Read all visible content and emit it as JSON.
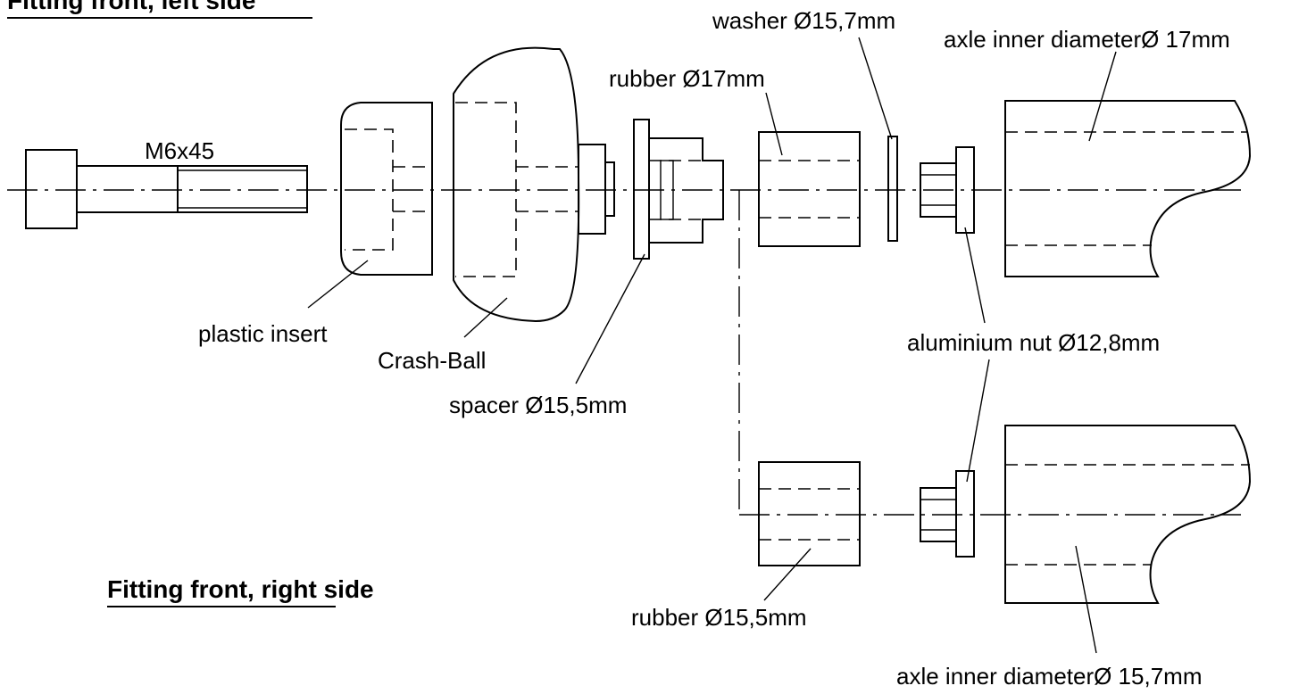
{
  "titles": {
    "left_side": "Fitting front, left side",
    "right_side": "Fitting front, right side"
  },
  "labels": {
    "bolt": "M6x45",
    "plastic_insert": "plastic insert",
    "crash_ball": "Crash-Ball",
    "spacer": "spacer Ø15,5mm",
    "rubber_17": "rubber Ø17mm",
    "washer": "washer Ø15,7mm",
    "axle_17": "axle inner diameterØ 17mm",
    "aluminium_nut": "aluminium nut Ø12,8mm",
    "rubber_15_5": "rubber Ø15,5mm",
    "axle_15_7": "axle inner diameterØ 15,7mm"
  }
}
